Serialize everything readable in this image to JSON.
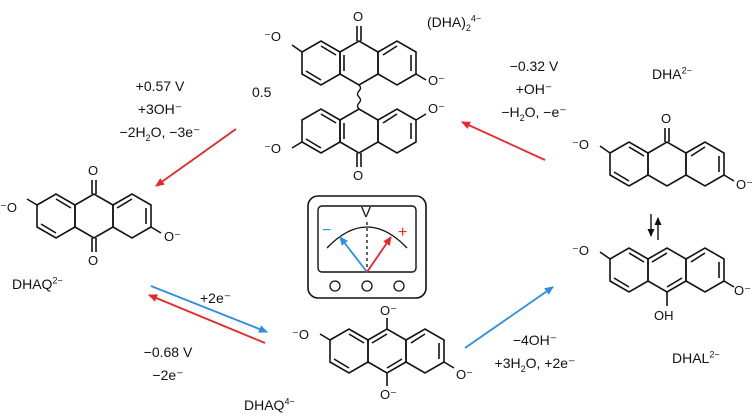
{
  "colors": {
    "oxidation": "#e8262b",
    "reduction": "#2b8fe3",
    "ink": "#111111"
  },
  "species": {
    "dha_dimer": {
      "name": "(DHA)",
      "sub": "2",
      "sup": "4−",
      "coef": "0.5"
    },
    "dha": {
      "name": "DHA",
      "sup": "2−"
    },
    "dhal": {
      "name": "DHAL",
      "sup": "2−"
    },
    "dhaq": {
      "name": "DHAQ",
      "sup": "2−"
    },
    "dhaq4": {
      "name": "DHAQ",
      "sup": "4−"
    }
  },
  "atoms": {
    "o": "O",
    "o_minus": "O⁻",
    "minus_o": "⁻O",
    "oh": "OH"
  },
  "reactions": {
    "dimer_to_dhaq": {
      "line1": "+0.57 V",
      "line2": "+3OH⁻",
      "line3_pre": "−2H",
      "line3_sub": "2",
      "line3_post": "O, −3e⁻"
    },
    "dha_to_dimer": {
      "line1": "−0.32 V",
      "line2": "+OH⁻",
      "line3_pre": "−H",
      "line3_sub": "2",
      "line3_post": "O, −e⁻"
    },
    "dhaq_reduction": {
      "label": "+2e⁻"
    },
    "dhaq_oxidation": {
      "line1": "−0.68 V",
      "line2": "−2e⁻"
    },
    "dhaq4_to_dhal": {
      "line1": "−4OH⁻",
      "line2_pre": "+3H",
      "line2_sub": "2",
      "line2_post": "O, +2e⁻"
    }
  },
  "meter": {
    "label": "V",
    "minus": "−",
    "plus": "+"
  }
}
